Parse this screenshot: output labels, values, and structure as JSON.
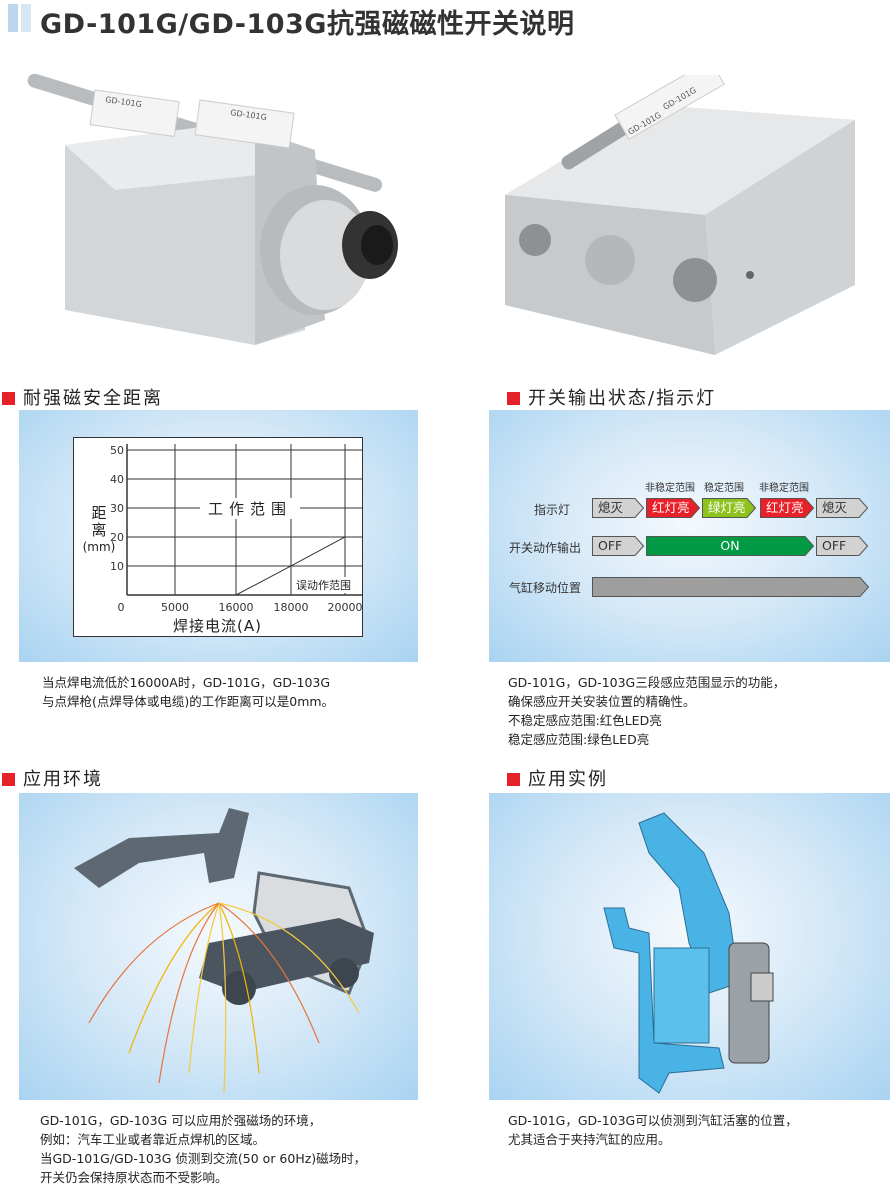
{
  "title": "GD-101G/GD-103G抗强磁磁性开关说明",
  "sections": {
    "distance": {
      "heading": "耐强磁安全距离",
      "desc": [
        "当点焊电流低於16000A时，GD-101G，GD-103G",
        "与点焊枪(点焊导体或电缆)的工作距离可以是0mm。"
      ]
    },
    "output": {
      "heading": "开关输出状态/指示灯",
      "desc": [
        "GD-101G，GD-103G三段感应范围显示的功能，",
        "确保感应开关安装位置的精确性。",
        "不稳定感应范围:红色LED亮",
        "稳定感应范围:绿色LED亮"
      ]
    },
    "environment": {
      "heading": "应用环境",
      "desc": [
        "GD-101G，GD-103G 可以应用於强磁场的环境，",
        "例如：汽车工业或者靠近点焊机的区域。",
        "当GD-101G/GD-103G 侦测到交流(50 or 60Hz)磁场时，",
        "开关仍会保持原状态而不受影响。"
      ]
    },
    "example": {
      "heading": "应用实例",
      "desc": [
        "GD-101G，GD-103G可以侦测到汽缸活塞的位置，",
        "尤其适合于夹持汽缸的应用。"
      ]
    }
  },
  "product_labels": [
    "GD-101G",
    "GD-101G",
    "GD-101G",
    "GD-101G"
  ],
  "chart_data": {
    "type": "line",
    "xlabel": "焊接电流(A)",
    "ylabel_lines": [
      "距",
      "离",
      "(mm)"
    ],
    "x_ticks": [
      "0",
      "5000",
      "16000",
      "18000",
      "20000"
    ],
    "y_ticks": [
      "10",
      "20",
      "30",
      "40",
      "50"
    ],
    "ylim": [
      0,
      50
    ],
    "regions": {
      "working": "工作范围",
      "malfunction": "误动作范围"
    },
    "series": [
      {
        "name": "boundary",
        "x": [
          16000,
          18000,
          20000
        ],
        "y": [
          0,
          10,
          20
        ]
      }
    ]
  },
  "indicator": {
    "range_labels": [
      "非稳定范围",
      "稳定范围",
      "非稳定范围"
    ],
    "rows": [
      {
        "label": "指示灯",
        "states": [
          "熄灭",
          "红灯亮",
          "绿灯亮",
          "红灯亮",
          "熄灭"
        ]
      },
      {
        "label": "开关动作输出",
        "states": [
          "OFF",
          "ON",
          "OFF"
        ]
      },
      {
        "label": "气缸移动位置",
        "states": []
      }
    ],
    "colors": {
      "off": "#d2d2d2",
      "red": "#e8202a",
      "green": "#8dc21f",
      "on": "#009a44",
      "bar": "#9e9e9e"
    }
  }
}
